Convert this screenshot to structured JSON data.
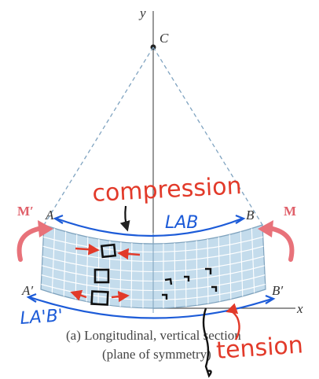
{
  "labels": {
    "y": "y",
    "x": "x",
    "C": "C",
    "A": "A",
    "B": "B",
    "A_prime": "A′",
    "B_prime": "B′",
    "M_prime": "M′",
    "M": "M"
  },
  "caption": {
    "line1": "(a) Longitudinal, vertical section",
    "line2": "(plane of symmetry)"
  },
  "annotations": {
    "compression": "compression",
    "tension": "tension",
    "l_ab": "LAB",
    "l_aprime_bprime": "LA'B'"
  },
  "colors": {
    "beam_fill": "#c4dcec",
    "grid": "#ffffff",
    "moment": "#e8727a",
    "ink_red": "#e23a2a",
    "ink_blue": "#1c5bd8",
    "ink_black": "#111111"
  }
}
